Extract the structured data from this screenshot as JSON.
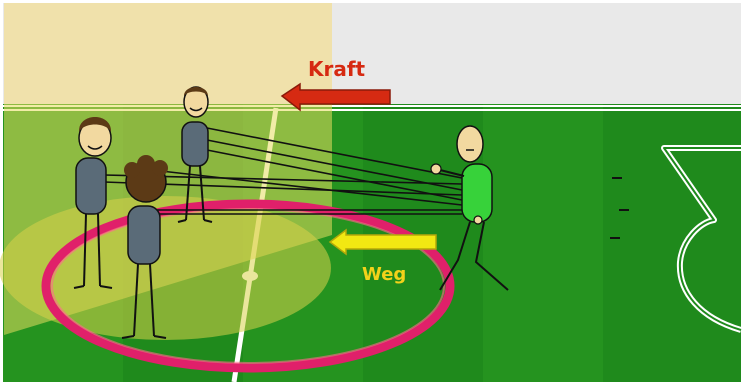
{
  "scene": {
    "labels": {
      "force": "Kraft",
      "path": "Weg"
    },
    "colors": {
      "sky": "#e9e9e9",
      "light_beam": "#f1dfa0",
      "field_dark": "#1f8a1c",
      "field_light": "#2e9e26",
      "field_lines": "#ffffff",
      "spotlight": "#d8d24a",
      "center_circle": "#e0206a",
      "force_arrow": "#d62a12",
      "force_text": "#d62a12",
      "path_arrow": "#f2e812",
      "path_text": "#f2d21a",
      "player_shirt": "#5a6b78",
      "green_player_shirt": "#37d23a",
      "skin": "#f2d9a0",
      "hair": "#5c3a16"
    },
    "figures": [
      "player-left",
      "player-back",
      "player-curly",
      "player-green"
    ]
  }
}
